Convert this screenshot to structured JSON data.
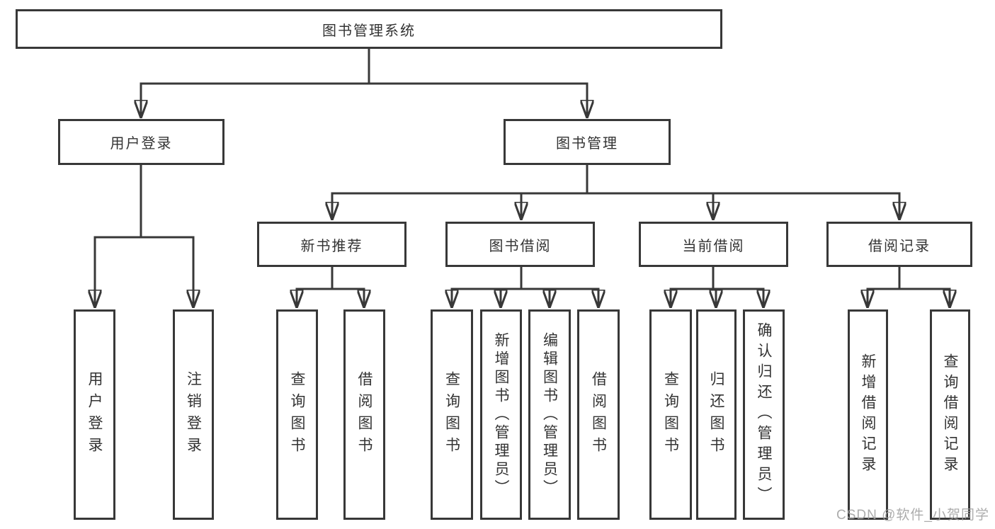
{
  "colors": {
    "line": "#383838",
    "text": "#333333",
    "box_bg": "#ffffff",
    "watermark": "#9e9e9e"
  },
  "root": {
    "label": "图书管理系统"
  },
  "branches": {
    "user_login": {
      "label": "用户登录",
      "children": [
        {
          "label": "用户登录"
        },
        {
          "label": "注销登录"
        }
      ]
    },
    "book_management": {
      "label": "图书管理",
      "groups": [
        {
          "label": "新书推荐",
          "children": [
            {
              "label": "查询图书"
            },
            {
              "label": "借阅图书"
            }
          ]
        },
        {
          "label": "图书借阅",
          "children": [
            {
              "label": "查询图书"
            },
            {
              "label": "新增图书（管理员）"
            },
            {
              "label": "编辑图书（管理员）"
            },
            {
              "label": "借阅图书"
            }
          ]
        },
        {
          "label": "当前借阅",
          "children": [
            {
              "label": "查询图书"
            },
            {
              "label": "归还图书"
            },
            {
              "label": "确认归还（管理员）"
            }
          ]
        },
        {
          "label": "借阅记录",
          "children": [
            {
              "label": "新增借阅记录"
            },
            {
              "label": "查询借阅记录"
            }
          ]
        }
      ]
    }
  },
  "watermark": "CSDN @软件_小贺同学"
}
